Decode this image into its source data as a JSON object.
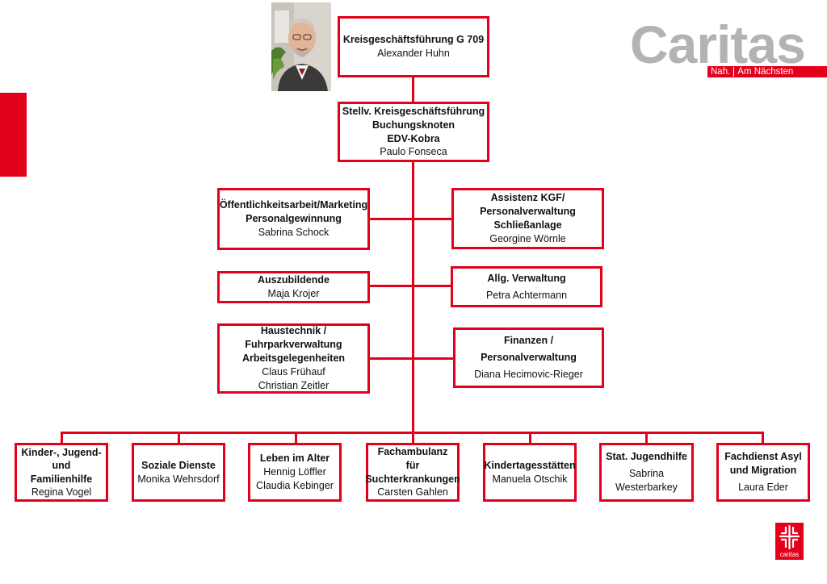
{
  "brand": {
    "name": "Caritas",
    "tagline_left": "Nah.",
    "tagline_right": "Am Nächsten",
    "emblem_label": "caritas",
    "red": "#e3001b",
    "gray": "#b3b3b3"
  },
  "head": {
    "title": "Kreisgeschäftsführung G 709",
    "person": "Alexander Huhn"
  },
  "deputy": {
    "line1": "Stellv. Kreisgeschäftsführung",
    "line2": "Buchungsknoten",
    "line3": "EDV-Kobra",
    "person": "Paulo Fonseca"
  },
  "staff_left": [
    {
      "line1": "Öffentlichkeitsarbeit/Marketing",
      "line2": "Personalgewinnung",
      "person": "Sabrina Schock"
    },
    {
      "line1": "Auszubildende",
      "person": "Maja Krojer"
    },
    {
      "line1": "Haustechnik /",
      "line2": "Fuhrparkverwaltung",
      "line3": "Arbeitsgelegenheiten",
      "person": "Claus Frühauf",
      "person2": "Christian Zeitler"
    }
  ],
  "staff_right": [
    {
      "line1": "Assistenz  KGF/",
      "line2": "Personalverwaltung",
      "line3": "Schließanlage",
      "person": "Georgine Wörnle"
    },
    {
      "line1": "Allg. Verwaltung",
      "person": "Petra Achtermann"
    },
    {
      "line1": "Finanzen /",
      "line2": "Personalverwaltung",
      "person": "Diana Hecimovic-Rieger"
    }
  ],
  "departments": [
    {
      "line1": "Kinder-, Jugend-",
      "line2": "und",
      "line3": "Familienhilfe",
      "person": "Regina Vogel"
    },
    {
      "line1": "Soziale Dienste",
      "person": "Monika Wehrsdorf"
    },
    {
      "line1": "Leben im Alter",
      "person": "Hennig Löffler",
      "person2": "Claudia Kebinger"
    },
    {
      "line1": "Fachambulanz für",
      "line2": "Suchterkrankungen",
      "person": "Carsten Gahlen"
    },
    {
      "line1": "Kindertagesstätten",
      "person": "Manuela Otschik"
    },
    {
      "line1": "Stat. Jugendhilfe",
      "person": "Sabrina",
      "person2": "Westerbarkey"
    },
    {
      "line1": "Fachdienst Asyl",
      "line2": "und Migration",
      "person": "Laura Eder"
    }
  ]
}
